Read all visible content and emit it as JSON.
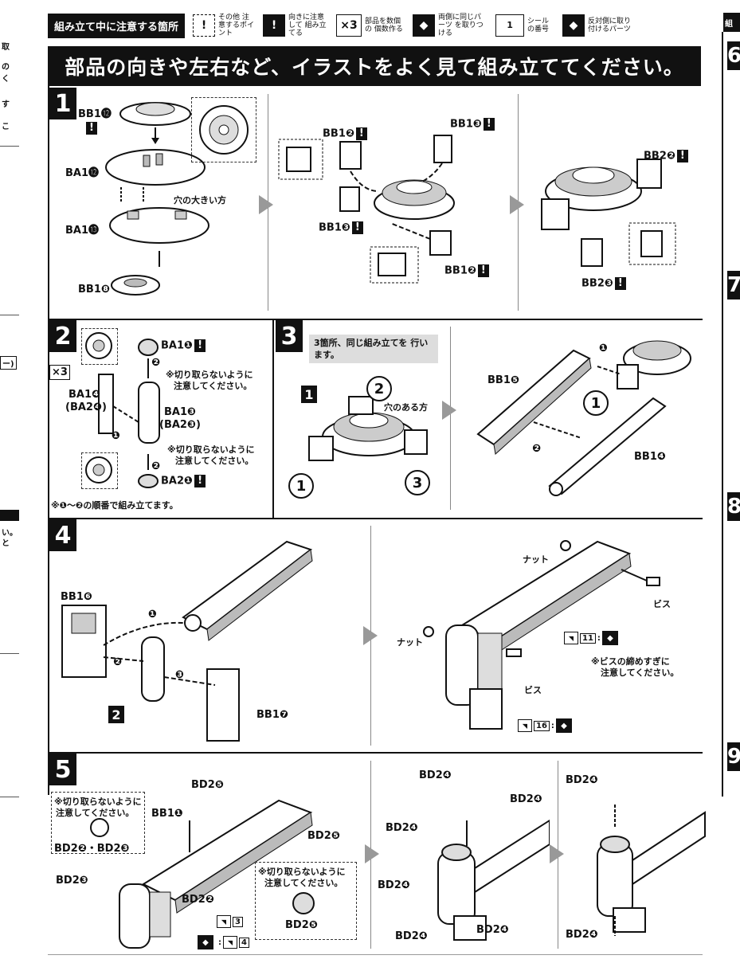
{
  "legend": {
    "title": "組み立て中に注意する箇所",
    "items": [
      {
        "symbol": "!",
        "text": "その他 注意するポイント"
      },
      {
        "symbol": "!",
        "text": "向きに注意して 組み立てる"
      },
      {
        "symbol": "×3",
        "text": "部品を数個の 個数作る"
      },
      {
        "symbol": "◆",
        "text": "両側に同じパーツ を取りつける"
      },
      {
        "symbol": "1",
        "text": "シール の番号"
      },
      {
        "symbol": "◆",
        "text": "反対側に取り 付けるパーツ"
      }
    ]
  },
  "banner": "部品の向きや左右など、イラストをよく見て組み立ててください。",
  "left_edge": {
    "t1": "取",
    "t2": "の",
    "t3": "く",
    "t4": "す",
    "t5": "こ",
    "t6": "ー)",
    "t7": "い。",
    "t8": "と"
  },
  "right_edge": {
    "header": "組",
    "n6": "6",
    "n7": "7",
    "n8": "8",
    "n9": "9"
  },
  "step1": {
    "num": "1",
    "labels": {
      "bb112": "BB1⓬",
      "ba112": "BA1⓬",
      "hole": "穴の大きい方",
      "ba113": "BA1⓭",
      "bb18": "BB1❽",
      "bb12a": "BB1❷",
      "bb13": "BB1❸",
      "bb13b": "BB1❸",
      "bb12b": "BB1❷",
      "bb22": "BB2❷",
      "bb23": "BB2❸"
    }
  },
  "step2": {
    "num": "2",
    "labels": {
      "ba11": "BA1❶",
      "note1a": "※切り取らないように",
      "note1b": "注意してください。",
      "ba14": "BA1❹",
      "ba24": "(BA2❹)",
      "ba13": "BA1❸",
      "ba23": "(BA2❸)",
      "note2a": "※切り取らないように",
      "note2b": "注意してください。",
      "ba20": "BA2❶",
      "x3": "×3",
      "order": "※❶～❷の順番で組み立てます。",
      "o1": "❶",
      "o2": "❷",
      "o2b": "❷"
    }
  },
  "step3": {
    "num": "3",
    "note": "3箇所、同じ組み立てを 行います。",
    "labels": {
      "b1": "1",
      "c1": "1",
      "c2": "2",
      "c3": "3",
      "hole": "穴のある方",
      "bb15": "BB1❺",
      "bb14": "BB1❹",
      "c1b": "1",
      "a1": "❶",
      "a2": "❷"
    }
  },
  "step4": {
    "num": "4",
    "labels": {
      "bb16": "BB1❻",
      "b2": "2",
      "bb17": "BB1❼",
      "a1": "❶",
      "a2": "❷",
      "a3": "❸",
      "nut1": "ナット",
      "nut2": "ナット",
      "bis1": "ビス",
      "bis2": "ビス",
      "note1": "※ビスの締めすぎに",
      "note2": "注意してください。",
      "s11": "11",
      "s16": "16"
    }
  },
  "step5": {
    "num": "5",
    "labels": {
      "note1a": "※切り取らないように",
      "note1b": "注意してください。",
      "bd22_23": "BD2❷・BD2❸",
      "bd25a": "BD2❺",
      "bb11": "BB1❶",
      "bd25b": "BD2❺",
      "bd23": "BD2❸",
      "bd22": "BD2❷",
      "note2a": "※切り取らないように",
      "note2b": "注意してください。",
      "bd25c": "BD2❺",
      "s3": "3",
      "s4": "4",
      "bd24a": "BD2❹",
      "bd24b": "BD2❹",
      "bd24c": "BD2❹",
      "bd24d": "BD2❹",
      "bd24e": "BD2❹",
      "bd24f": "BD2❹",
      "bd24g": "BD2❹",
      "bd24h": "BD2❹"
    }
  }
}
